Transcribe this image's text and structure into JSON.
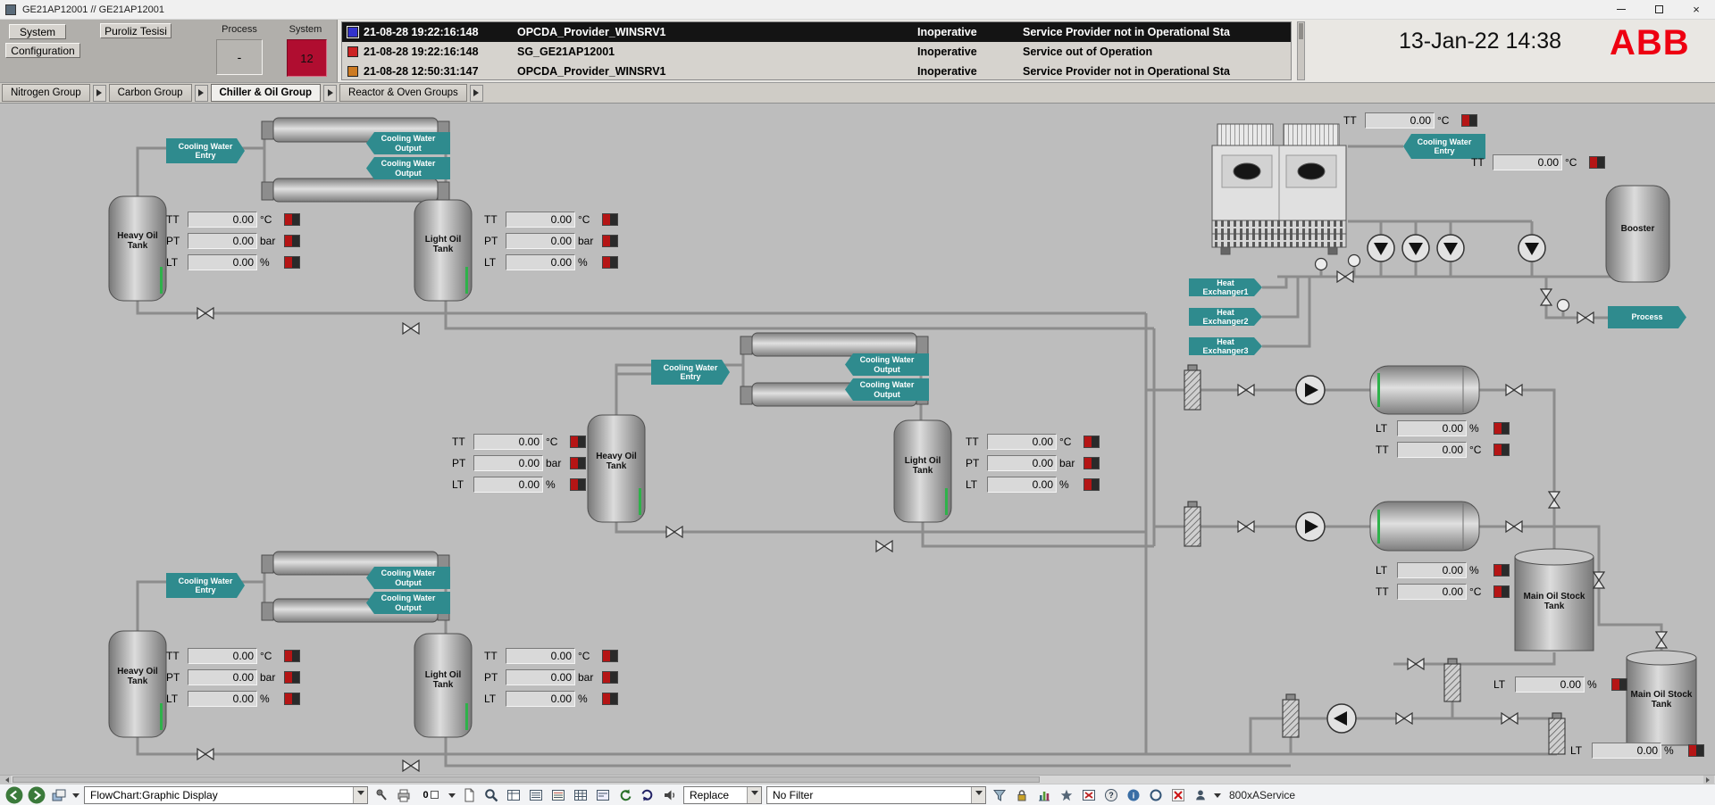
{
  "window": {
    "title": "GE21AP12001 // GE21AP12001"
  },
  "header": {
    "system_button": "System",
    "plant_button": "Puroliz Tesisi",
    "config_button": "Configuration",
    "process_label": "Process",
    "process_value": "-",
    "system_label": "System",
    "system_value": "12",
    "datetime": "13-Jan-22 14:38",
    "logo": "ABB",
    "alarms": [
      {
        "time": "21-08-28 19:22:16:148",
        "source": "OPCDA_Provider_WINSRV1",
        "state": "Inoperative",
        "message": "Service Provider not in Operational Sta",
        "color": "#3333cc"
      },
      {
        "time": "21-08-28 19:22:16:148",
        "source": "SG_GE21AP12001",
        "state": "Inoperative",
        "message": "Service out of Operation",
        "color": "#cc2222"
      },
      {
        "time": "21-08-28 12:50:31:147",
        "source": "OPCDA_Provider_WINSRV1",
        "state": "Inoperative",
        "message": "Service Provider not in Operational Sta",
        "color": "#cc7a22"
      }
    ]
  },
  "tabs": [
    {
      "label": "Nitrogen Group"
    },
    {
      "label": "Carbon Group"
    },
    {
      "label": "Chiller & Oil Group"
    },
    {
      "label": "Reactor & Oven Groups"
    }
  ],
  "labels": {
    "cwe": "Cooling Water Entry",
    "cwo": "Cooling Water Output",
    "heavy": "Heavy Oil Tank",
    "light": "Light Oil Tank",
    "booster": "Booster",
    "process": "Process",
    "he1": "Heat Exchanger1",
    "he2": "Heat Exchanger2",
    "he3": "Heat Exchanger3",
    "stock": "Main Oil Stock Tank"
  },
  "fields": {
    "u1l": [
      {
        "l": "TT",
        "v": "0.00",
        "u": "°C"
      },
      {
        "l": "PT",
        "v": "0.00",
        "u": "bar"
      },
      {
        "l": "LT",
        "v": "0.00",
        "u": "%"
      }
    ],
    "u1r": [
      {
        "l": "TT",
        "v": "0.00",
        "u": "°C"
      },
      {
        "l": "PT",
        "v": "0.00",
        "u": "bar"
      },
      {
        "l": "LT",
        "v": "0.00",
        "u": "%"
      }
    ],
    "u2l": [
      {
        "l": "TT",
        "v": "0.00",
        "u": "°C"
      },
      {
        "l": "PT",
        "v": "0.00",
        "u": "bar"
      },
      {
        "l": "LT",
        "v": "0.00",
        "u": "%"
      }
    ],
    "u2r": [
      {
        "l": "TT",
        "v": "0.00",
        "u": "°C"
      },
      {
        "l": "PT",
        "v": "0.00",
        "u": "bar"
      },
      {
        "l": "LT",
        "v": "0.00",
        "u": "%"
      }
    ],
    "u3l": [
      {
        "l": "TT",
        "v": "0.00",
        "u": "°C"
      },
      {
        "l": "PT",
        "v": "0.00",
        "u": "bar"
      },
      {
        "l": "LT",
        "v": "0.00",
        "u": "%"
      }
    ],
    "u3r": [
      {
        "l": "TT",
        "v": "0.00",
        "u": "°C"
      },
      {
        "l": "PT",
        "v": "0.00",
        "u": "bar"
      },
      {
        "l": "LT",
        "v": "0.00",
        "u": "%"
      }
    ],
    "tr1": {
      "l": "TT",
      "v": "0.00",
      "u": "°C"
    },
    "tr2": {
      "l": "TT",
      "v": "0.00",
      "u": "°C"
    },
    "v1": [
      {
        "l": "LT",
        "v": "0.00",
        "u": "%"
      },
      {
        "l": "TT",
        "v": "0.00",
        "u": "°C"
      }
    ],
    "v2": [
      {
        "l": "LT",
        "v": "0.00",
        "u": "%"
      },
      {
        "l": "TT",
        "v": "0.00",
        "u": "°C"
      }
    ],
    "s1": {
      "l": "LT",
      "v": "0.00",
      "u": "%"
    },
    "s2": {
      "l": "LT",
      "v": "0.00",
      "u": "%"
    }
  },
  "toolbar": {
    "display": "FlowChart:Graphic Display",
    "count": "0",
    "replace": "Replace",
    "filter": "No Filter",
    "service": "800xAService"
  }
}
